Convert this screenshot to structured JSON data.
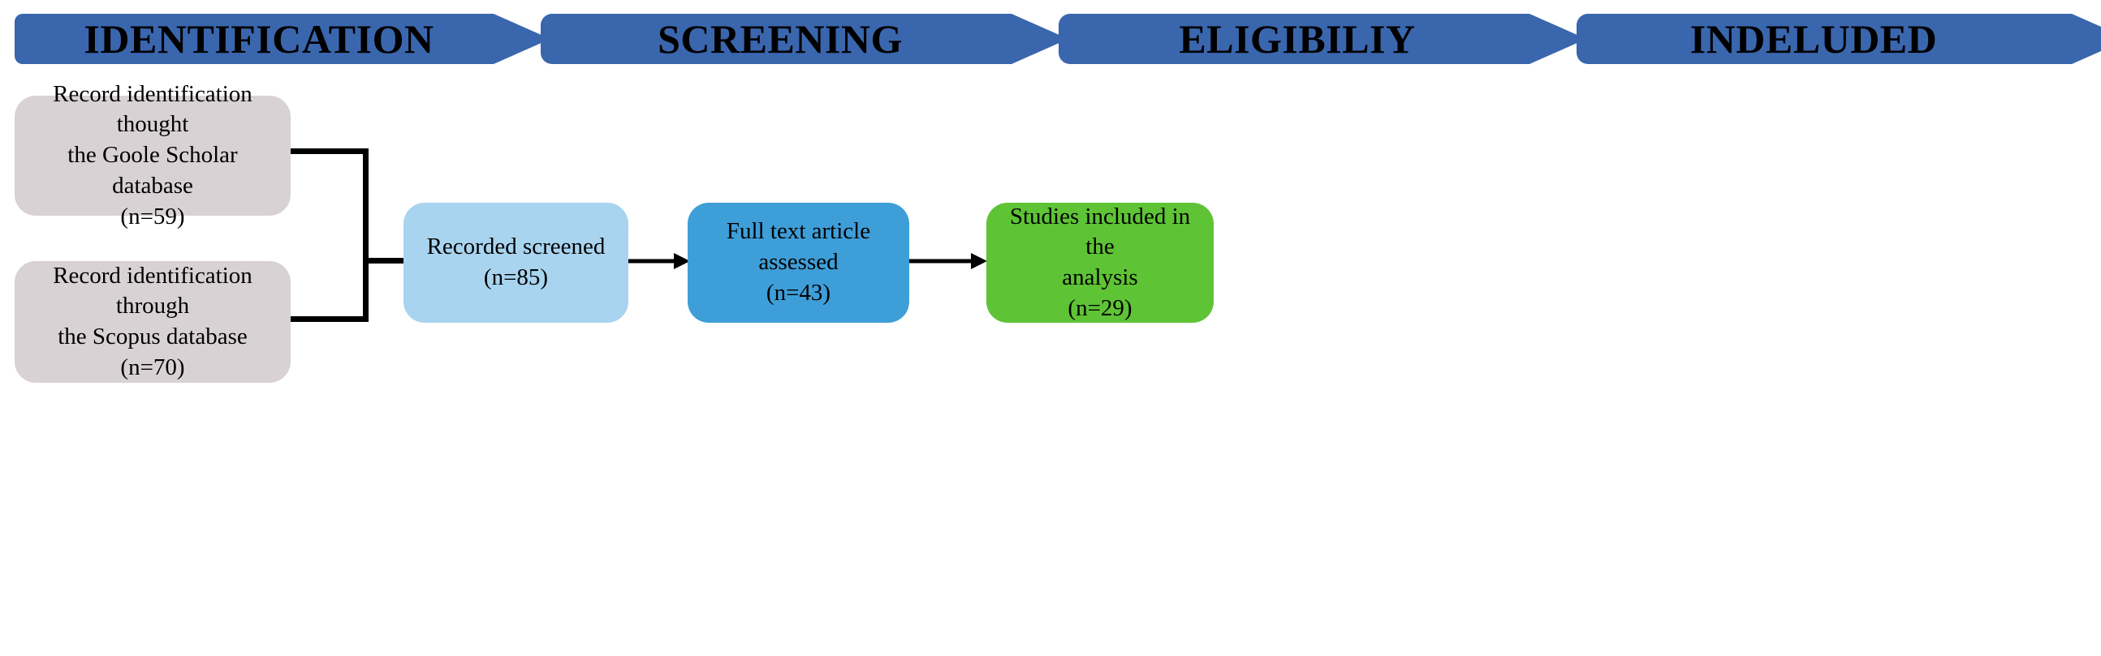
{
  "diagram": {
    "type": "flowchart",
    "title": "PRISMA study selection flow diagram",
    "colors": {
      "banner_blue": "#3a66ad",
      "grey_box": "#d9d2d5",
      "light_blue_box": "#a8d4ef",
      "mid_blue_box": "#3e9fd8",
      "green_box": "#5fc435",
      "connector": "#000000",
      "text": "#000000"
    }
  },
  "banner": {
    "stages": [
      {
        "id": "identification",
        "label": "IDENTIFICATION"
      },
      {
        "id": "screening",
        "label": "SCREENING"
      },
      {
        "id": "eligibility",
        "label": "ELIGIBILIY"
      },
      {
        "id": "included",
        "label": "INDELUDED"
      }
    ]
  },
  "sources": [
    {
      "id": "google-scholar",
      "line1": "Record identification thought",
      "line2": "the Goole Scholar database",
      "count_label": "(n=59)",
      "count": 59,
      "text": "Record identification thought\nthe Goole Scholar database\n(n=59)"
    },
    {
      "id": "scopus",
      "line1": "Record identification through",
      "line2": "the Scopus database",
      "count_label": "(n=70)",
      "count": 70,
      "text": "Record identification through\nthe Scopus database\n(n=70)"
    }
  ],
  "stages": [
    {
      "id": "records-screened",
      "line1": "Recorded screened",
      "count_label": "(n=85)",
      "count": 85,
      "text": "Recorded screened\n(n=85)"
    },
    {
      "id": "full-text-assessed",
      "line1": "Full text article assessed",
      "count_label": "(n=43)",
      "count": 43,
      "text": "Full text article assessed\n(n=43)"
    },
    {
      "id": "studies-included",
      "line1": "Studies included in the",
      "line2": "analysis",
      "count_label": "(n=29)",
      "count": 29,
      "text": "Studies included in the\nanalysis\n(n=29)"
    }
  ],
  "chart_data": {
    "type": "flow",
    "title": "PRISMA study selection flow diagram",
    "stage_headers": [
      "IDENTIFICATION",
      "SCREENING",
      "ELIGIBILIY",
      "INDELUDED"
    ],
    "nodes": [
      {
        "label": "Record identification thought the Goole Scholar database",
        "n": 59,
        "stage": "IDENTIFICATION"
      },
      {
        "label": "Record identification through the Scopus database",
        "n": 70,
        "stage": "IDENTIFICATION"
      },
      {
        "label": "Recorded screened",
        "n": 85,
        "stage": "SCREENING"
      },
      {
        "label": "Full text article assessed",
        "n": 43,
        "stage": "ELIGIBILIY"
      },
      {
        "label": "Studies included in the analysis",
        "n": 29,
        "stage": "INDELUDED"
      }
    ],
    "edges": [
      {
        "from": "Record identification thought the Goole Scholar database",
        "to": "Recorded screened"
      },
      {
        "from": "Record identification through the Scopus database",
        "to": "Recorded screened"
      },
      {
        "from": "Recorded screened",
        "to": "Full text article assessed"
      },
      {
        "from": "Full text article assessed",
        "to": "Studies included in the analysis"
      }
    ]
  }
}
